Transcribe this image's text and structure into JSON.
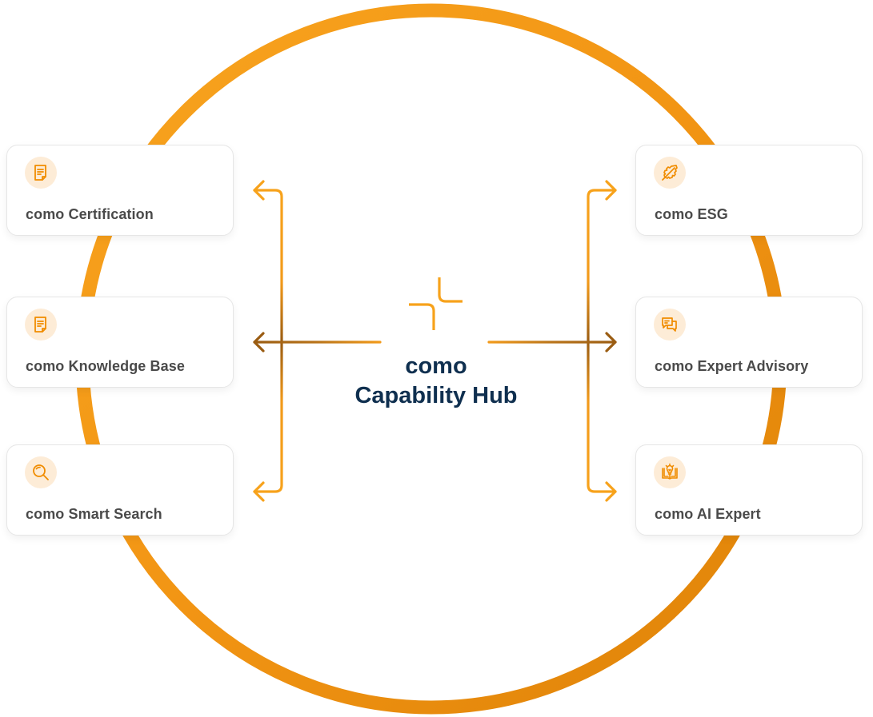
{
  "hub": {
    "line1": "como",
    "line2": "Capability Hub",
    "logo_icon": "como-logo-mark"
  },
  "colors": {
    "ring_light": "#f7a21b",
    "ring_dark": "#e0860a",
    "connector_light": "#f7a21b",
    "connector_dark": "#9a5c12",
    "icon_stroke": "#f08c00",
    "icon_bg": "#fdecd7",
    "title": "#0f2f4f",
    "label": "#4a4a4a"
  },
  "left_cards": [
    {
      "label": "como Certification",
      "icon": "document-icon"
    },
    {
      "label": "como Knowledge Base",
      "icon": "document-icon"
    },
    {
      "label": "como Smart Search",
      "icon": "search-icon"
    }
  ],
  "right_cards": [
    {
      "label": "como ESG",
      "icon": "leaf-icon"
    },
    {
      "label": "como Expert Advisory",
      "icon": "chat-bubbles-icon"
    },
    {
      "label": "como AI Expert",
      "icon": "lightbulb-book-icon"
    }
  ]
}
